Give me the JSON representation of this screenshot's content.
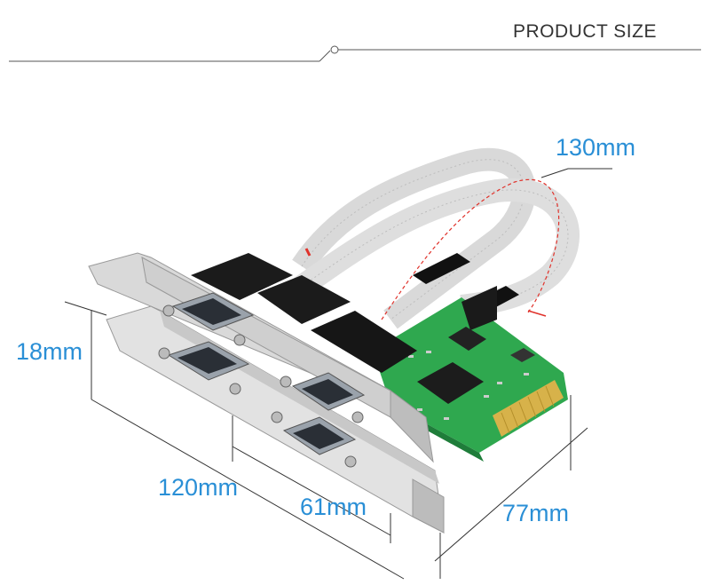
{
  "header": {
    "title": "PRODUCT  SIZE"
  },
  "dimensions": {
    "cable_length": "130mm",
    "bracket_height": "18mm",
    "card_length": "120mm",
    "pcb_length": "61mm",
    "card_height": "77mm"
  },
  "colors": {
    "dimension_text": "#2a8fd6",
    "dimension_line": "#333333",
    "cable_marker": "#e0322b",
    "pcb": "#2fa84f"
  }
}
